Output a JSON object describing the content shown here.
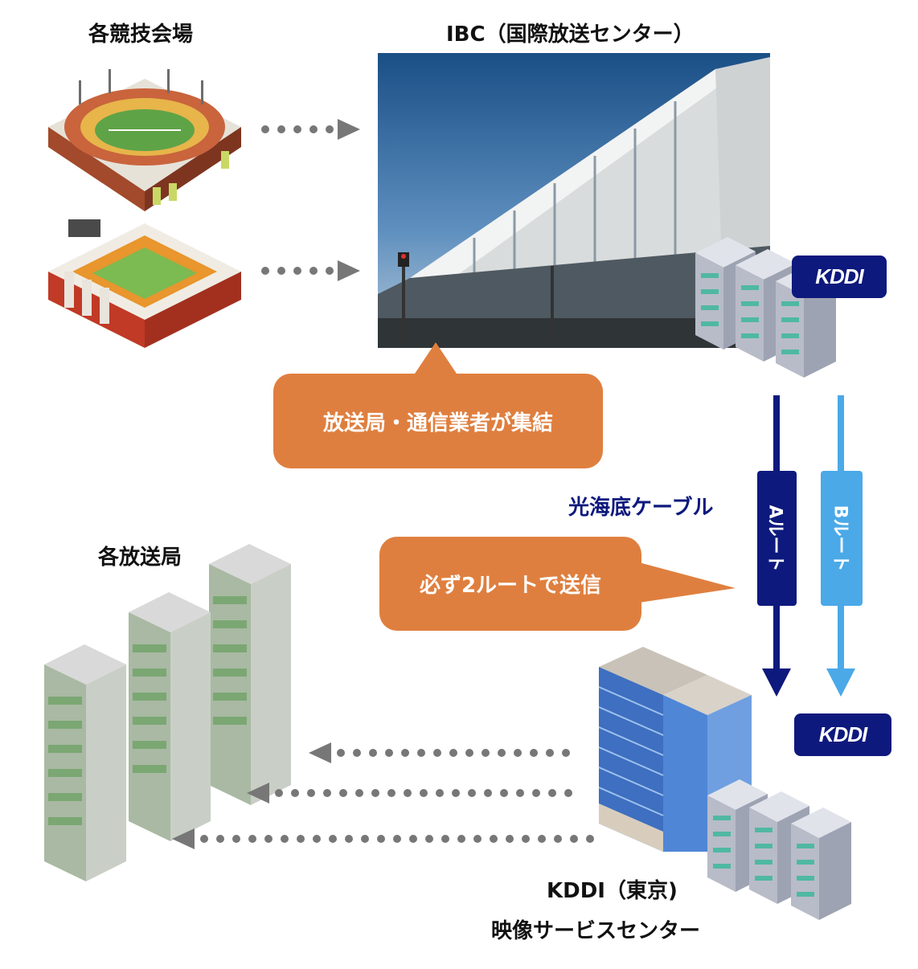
{
  "labels": {
    "venues": "各競技会場",
    "ibc": "IBC（国際放送センター）",
    "broadcasters": "各放送局",
    "cable": "光海底ケーブル",
    "kddi_tokyo_line1": "KDDI（東京)",
    "kddi_tokyo_line2": "映像サービスセンター"
  },
  "callouts": {
    "gather": "放送局・通信業者が集結",
    "two_routes": "必ず2ルートで送信"
  },
  "routes": {
    "a": "Aルート",
    "b": "Bルート"
  },
  "badges": {
    "kddi_top": "KDDI",
    "kddi_bottom": "KDDI"
  },
  "colors": {
    "orange": "#df7f3f",
    "navy": "#0e197d",
    "light_blue": "#4ba9e8",
    "arrow_gray": "#777777",
    "cable_text": "#0e197d"
  }
}
